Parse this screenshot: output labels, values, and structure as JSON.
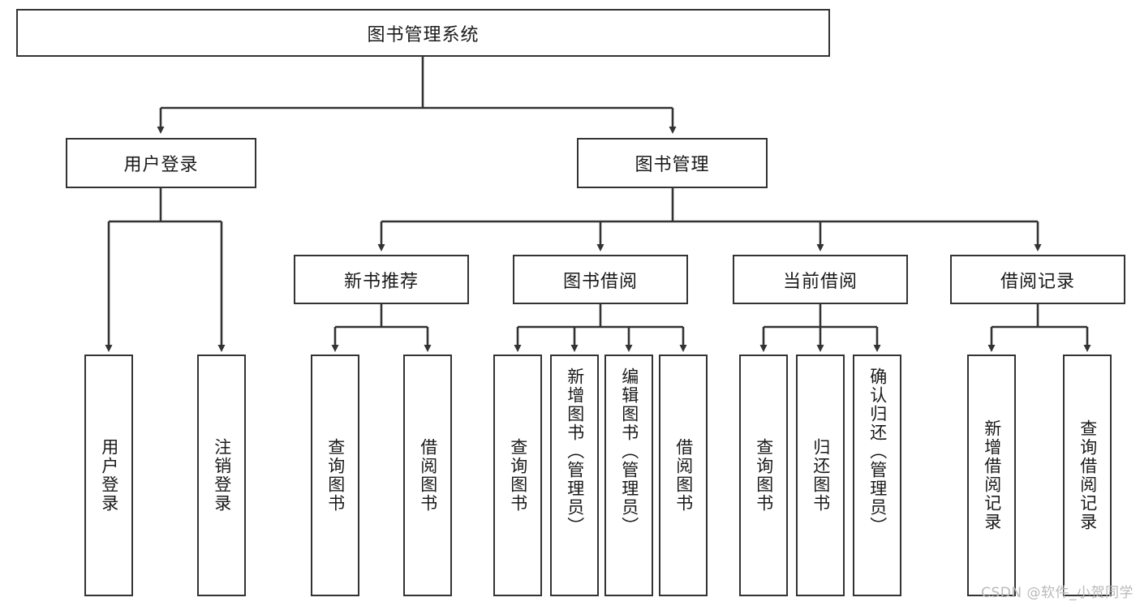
{
  "diagram": {
    "title": "图书管理系统",
    "type": "hierarchy-tree",
    "root": {
      "id": "root",
      "label": "图书管理系统",
      "orientation": "horizontal"
    },
    "level2": [
      {
        "id": "user-login",
        "label": "用户登录",
        "orientation": "horizontal"
      },
      {
        "id": "book-management",
        "label": "图书管理",
        "orientation": "horizontal"
      }
    ],
    "level3": [
      {
        "id": "new-book-recommend",
        "label": "新书推荐",
        "orientation": "horizontal",
        "parent": "book-management"
      },
      {
        "id": "book-borrow",
        "label": "图书借阅",
        "orientation": "horizontal",
        "parent": "book-management"
      },
      {
        "id": "current-borrow",
        "label": "当前借阅",
        "orientation": "horizontal",
        "parent": "book-management"
      },
      {
        "id": "borrow-record",
        "label": "借阅记录",
        "orientation": "horizontal",
        "parent": "book-management"
      }
    ],
    "leaves": [
      {
        "id": "leaf-user-login",
        "label": "用户登录",
        "parent": "user-login"
      },
      {
        "id": "leaf-logout-login",
        "label": "注销登录",
        "parent": "user-login"
      },
      {
        "id": "leaf-query-book-1",
        "label": "查询图书",
        "parent": "new-book-recommend"
      },
      {
        "id": "leaf-borrow-book-1",
        "label": "借阅图书",
        "parent": "new-book-recommend"
      },
      {
        "id": "leaf-query-book-2",
        "label": "查询图书",
        "parent": "book-borrow"
      },
      {
        "id": "leaf-add-book",
        "label": "新增图书（管理员）",
        "parent": "book-borrow"
      },
      {
        "id": "leaf-edit-book",
        "label": "编辑图书（管理员）",
        "parent": "book-borrow"
      },
      {
        "id": "leaf-borrow-book-2",
        "label": "借阅图书",
        "parent": "book-borrow"
      },
      {
        "id": "leaf-query-book-3",
        "label": "查询图书",
        "parent": "current-borrow"
      },
      {
        "id": "leaf-return-book",
        "label": "归还图书",
        "parent": "current-borrow"
      },
      {
        "id": "leaf-confirm-return",
        "label": "确认归还（管理员）",
        "parent": "current-borrow"
      },
      {
        "id": "leaf-add-borrow-record",
        "label": "新增借阅记录",
        "parent": "borrow-record"
      },
      {
        "id": "leaf-query-borrow-record",
        "label": "查询借阅记录",
        "parent": "borrow-record"
      }
    ],
    "colors": {
      "border": "#333333",
      "background": "#ffffff",
      "text": "#1a1a1a",
      "connector": "#333333",
      "watermark": "#b9b9b9"
    }
  },
  "watermark": {
    "text": "CSDN @软件_小贺同学"
  }
}
